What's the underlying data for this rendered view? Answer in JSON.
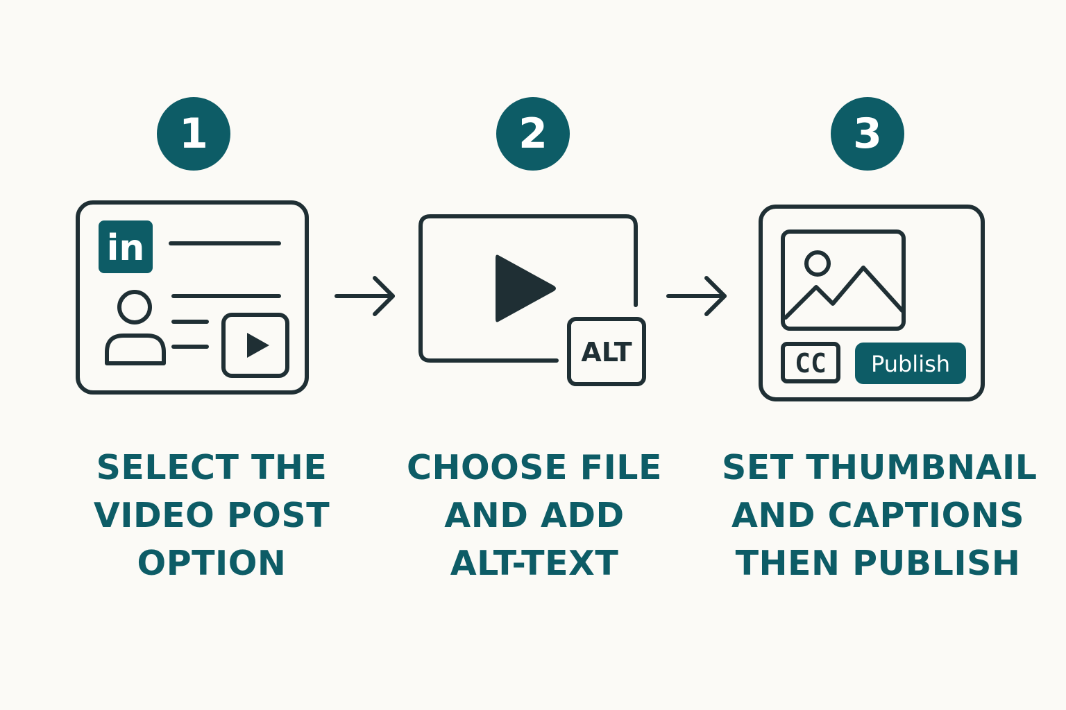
{
  "steps": [
    {
      "number": "1",
      "caption_lines": [
        "SELECT THE",
        "VIDEO POST",
        "OPTION"
      ],
      "icon_text": {
        "logo": "in"
      }
    },
    {
      "number": "2",
      "caption_lines": [
        "CHOOSE FILE",
        "AND ADD",
        "ALT-TEXT"
      ],
      "icon_text": {
        "alt_badge": "ALT"
      }
    },
    {
      "number": "3",
      "caption_lines": [
        "SET THUMBNAIL",
        "AND CAPTIONS",
        "THEN PUBLISH"
      ],
      "icon_text": {
        "cc_badge": "CC",
        "publish_button": "Publish"
      }
    }
  ],
  "colors": {
    "accent": "#0d5c66",
    "ink": "#1f2f34",
    "background": "#fbfaf6"
  }
}
